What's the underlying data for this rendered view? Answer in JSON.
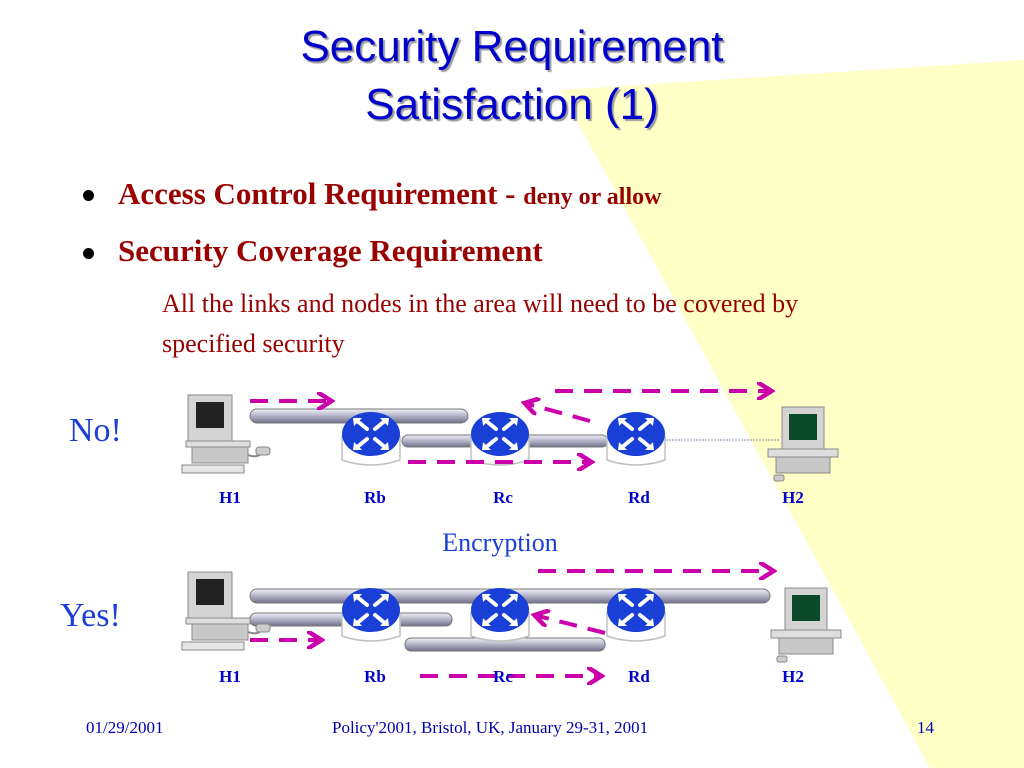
{
  "slide": {
    "title_line1": "Security Requirement",
    "title_line2": "Satisfaction (1)",
    "bullets": [
      {
        "main": "Access Control Requirement -",
        "suffix": "deny or allow"
      },
      {
        "main": "Security Coverage Requirement",
        "suffix": ""
      }
    ],
    "body": "All the links and nodes in the area will need to be covered by specified security"
  },
  "diagram": {
    "no_label": "No!",
    "yes_label": "Yes!",
    "encryption_label": "Encryption",
    "nodes": [
      "H1",
      "Rb",
      "Rc",
      "Rd",
      "H2"
    ],
    "colors": {
      "arrow": "#cc00aa",
      "pipe": "#a9a9c2",
      "router": "#1a3fd6",
      "label": "#0000cc"
    }
  },
  "footer": {
    "date": "01/29/2001",
    "venue": "Policy'2001, Bristol, UK, January 29-31, 2001",
    "page": "14"
  }
}
